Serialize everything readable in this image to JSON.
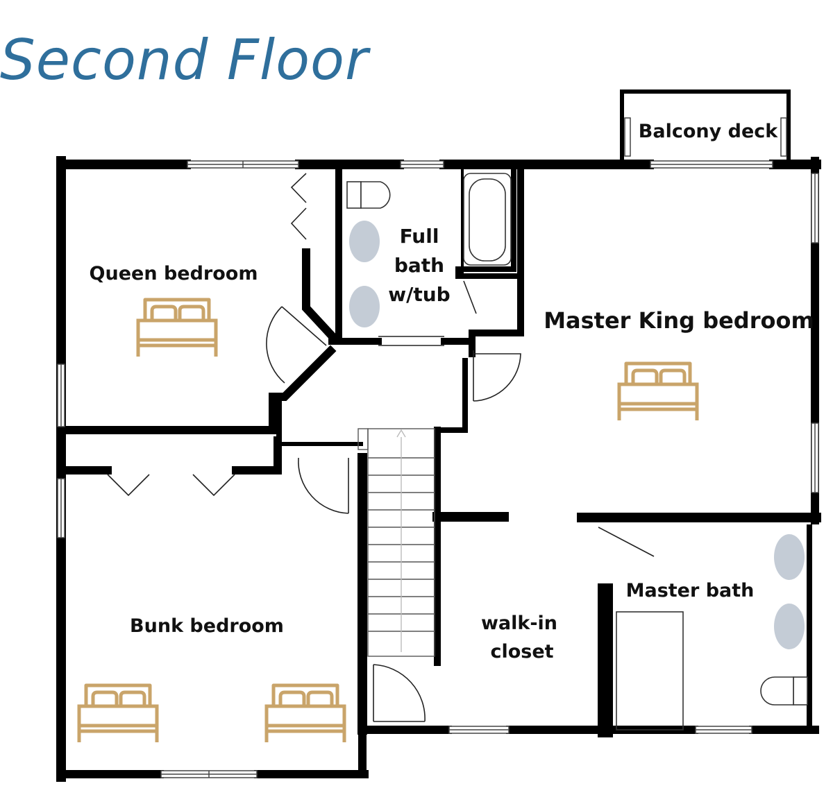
{
  "title": "Second Floor",
  "rooms": {
    "balcony": "Balcony deck",
    "full_bath_l1": "Full",
    "full_bath_l2": "bath",
    "full_bath_l3": "w/tub",
    "queen": "Queen bedroom",
    "master_king": "Master King bedroom",
    "bunk": "Bunk bedroom",
    "master_bath": "Master bath",
    "closet_l1": "walk-in",
    "closet_l2": "closet"
  },
  "colors": {
    "title": "#2f6f9c",
    "wall": "#000000",
    "bed": "#c9a46a",
    "fixture": "#c4ccd6"
  },
  "icons": [
    "bed-icon",
    "toilet-icon",
    "sink-icon",
    "bathtub-icon",
    "door-swing-icon",
    "staircase-icon",
    "window-icon"
  ]
}
